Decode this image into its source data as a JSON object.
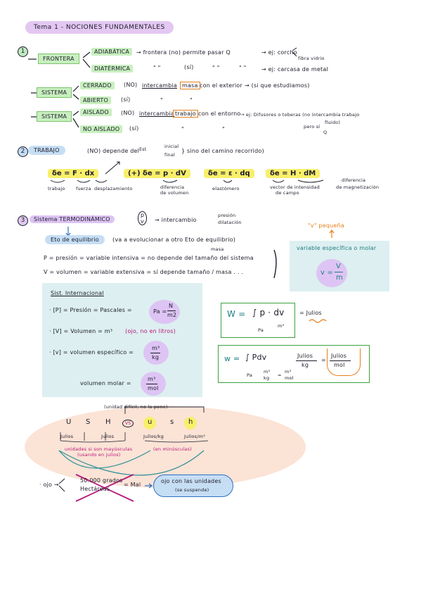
{
  "title": "Tema 1 - NOCIONES FUNDAMENTALES",
  "colors": {
    "green": "#c8efbf",
    "blue": "#c6def4",
    "purple": "#ddc4f4",
    "yellow": "#f8ef6a",
    "orange": "#e57e1a",
    "teal": "#1f7d82",
    "magenta": "#b5177a",
    "note": "#ddeff0",
    "peach": "#fbe3d6"
  },
  "s1": {
    "num": "1",
    "frontera": "FRONTERA",
    "adiabatica": "ADIABÁTICA",
    "diatermica": "DIATÉRMICA",
    "adia_line": "→ frontera (no) permite pasar Q",
    "adia_ej": "→ ej: corcho",
    "adia_ej2": "fibra vidrio",
    "dia_quotes": "\" \"",
    "dia_si": "(sí)",
    "dia_q2": "\" \"",
    "dia_q3": "\" \"",
    "dia_ej": "→ ej: carcasa de metal",
    "sistema": "SISTEMA",
    "cerrado": "CERRADO",
    "cerrado_no": "(NO)",
    "cerrado_line1": "intercambia",
    "cerrado_masa": "masa",
    "cerrado_line2": "con el exterior",
    "cerrado_note": "→ (si que estudiamos)",
    "abierto": "ABIERTO",
    "abierto_si": "(sí)",
    "abierto_q1": "\"",
    "abierto_q2": "\"",
    "sistema2": "SISTEMA",
    "aislado": "AISLADO",
    "aislado_no": "(NO)",
    "aislado_line1": "intercambia",
    "aislado_trabajo": "trabajo",
    "aislado_line2": "con el entorno",
    "aislado_ej": "→ ej: Difusores o toberas (no intercambia trabajo",
    "aislado_ej2": "pero sí",
    "aislado_ej3": "fluido)",
    "aislado_q": "Q",
    "no_aislado": "NO AISLADO",
    "no_aislado_si": "(sí)",
    "na_q1": "\"",
    "na_q2": "\""
  },
  "s2": {
    "num": "2",
    "trabajo": "TRABAJO",
    "no": "(NO)",
    "depende": "depende del",
    "est": "Est",
    "inicial": "inicial",
    "final": "final",
    "sino": "} sino del camino recorrido)",
    "f1": "δe = F · dx",
    "f2": "(+) δe = p · dV",
    "f3": "δe = ε · dq",
    "f4": "δe = H · dM",
    "l1a": "trabajo",
    "l1b": "fuerza",
    "l1c": "desplazamiento",
    "l2a": "diferencia",
    "l2b": "de volumen",
    "l3": "elastómero",
    "l4a": "vector de intensidad",
    "l4b": "de campo",
    "l5a": "diferencia",
    "l5b": "de magnetización"
  },
  "s3": {
    "num": "3",
    "sistema": "Sistema TERMODINÁMICO",
    "p": "p",
    "v": "v",
    "intercambio": "→ intercambio",
    "presion": "presión",
    "dilatacion": "dilatación",
    "estado": "Eto de equilibrio",
    "va": "(va a evolucionar a otro Eto de equilibrio)",
    "masa": "masa",
    "p_line": "P = presión = variable intensiva = no depende del tamaño del sistema",
    "v_line": "V = volumen = variable extensiva = sí depende tamaño / masa . . .",
    "v_pequena": "\"v\" pequeña",
    "var_esp": "variable específica o molar",
    "v_frac": "v =",
    "V_up": "V",
    "m_dn": "m"
  },
  "box": {
    "title": "Sist. Internacional",
    "p": "· [P] = Presión = Pascales =",
    "pa": "Pa =",
    "N": "N",
    "m2": "m2",
    "V": "· [V] = Volumen = m³",
    "ojo": "(ojo, no en litros)",
    "v": "· [v] = volumen específico =",
    "m3": "m³",
    "kg": "kg",
    "molar": "volumen molar =",
    "m3b": "m³",
    "mol": "mol"
  },
  "formulas": {
    "W": "W =",
    "int1": "∫ p · dv",
    "pa": "Pa",
    "m3": "m³",
    "julios": "= Julios",
    "w": "w =",
    "int2": "∫ Pdv",
    "jkg": "Julios",
    "kg": "kg",
    "eq": "=",
    "jmol": "Julios",
    "mol": "mol",
    "pa2": "Pa",
    "m3b": "m³",
    "kg2": "kg",
    "eq2": "=",
    "m3c": "m³",
    "mol2": "mol"
  },
  "bottom": {
    "header": "(unidad difícil, no la pone)",
    "U": "U",
    "S": "S",
    "H": "H",
    "vs": "VS",
    "u": "u",
    "s": "s",
    "h": "h",
    "julios1": "Julios",
    "julios2": "Julios",
    "jkg": "Julios/kg",
    "jkg2": "Julios/m³",
    "may": "unidades si son mayúsculas",
    "may2": "(usando en julios)",
    "min": "(en minúsculas)",
    "ojo": "· ojo →",
    "grados": "50.000 grados",
    "hectareas": "Hectáreas",
    "mal": "= Mal",
    "ojo_con": "ojo con las unidades",
    "suspende": "(se suspende)"
  }
}
